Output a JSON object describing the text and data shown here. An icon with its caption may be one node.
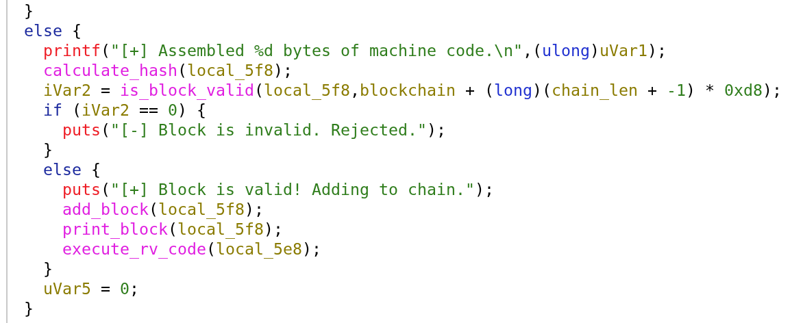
{
  "diagram": {
    "labels": [
      "}",
      "else {",
      "printf(\"[+] Assembled %d bytes of machine code.\\n\",(ulong)uVar1);",
      "calculate_hash(local_5f8);",
      "iVar2 = is_block_valid(local_5f8,blockchain + (long)(chain_len + -1) * 0xd8);",
      "if (iVar2 == 0) {",
      "puts(\"[-] Block is invalid. Rejected.\");",
      "}",
      "else {",
      "puts(\"[+] Block is valid! Adding to chain.\");",
      "add_block(local_5f8);",
      "print_block(local_5f8);",
      "execute_rv_code(local_5e8);",
      "}",
      "uVar5 = 0;",
      "}"
    ]
  }
}
